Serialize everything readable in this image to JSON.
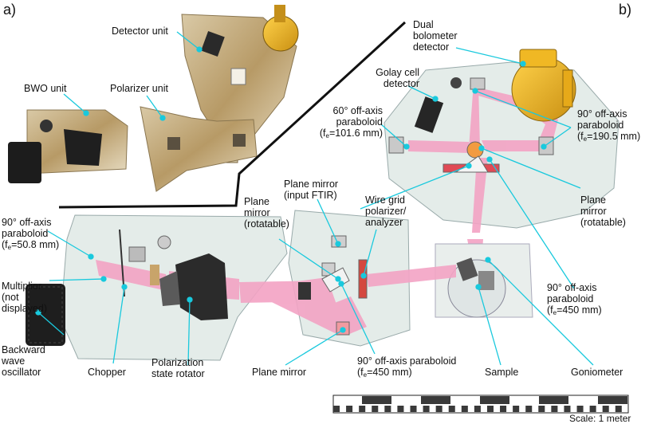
{
  "panels": {
    "a": "a)",
    "b": "b)"
  },
  "labels": {
    "detector_unit": "Detector unit",
    "bwo_unit": "BWO unit",
    "polarizer_unit": "Polarizer unit",
    "dual_bolometer": [
      "Dual",
      "bolometer",
      "detector"
    ],
    "golay_cell": [
      "Golay cell",
      "detector"
    ],
    "off60": [
      "60° off-axis",
      "paraboloid",
      "(f",
      "=101.6 mm)"
    ],
    "off90_top": [
      "90° off-axis",
      "paraboloid",
      "(f",
      "=190.5 mm)"
    ],
    "plane_mirror_right": [
      "Plane",
      "mirror",
      "(rotatable)"
    ],
    "plane_mirror_input": [
      "Plane mirror",
      "(input FTIR)"
    ],
    "wire_grid": [
      "Wire grid",
      "polarizer/",
      "analyzer"
    ],
    "plane_mirror_rot": [
      "Plane",
      "mirror",
      "(rotatable)"
    ],
    "off90_left": [
      "90° off-axis",
      "paraboloid",
      "(f",
      "=50.8 mm)"
    ],
    "multiplier": [
      "Multiplier",
      "(not",
      "displayed)"
    ],
    "off90_mid_right": [
      "90° off-axis",
      "paraboloid",
      "(f",
      "=450 mm)"
    ],
    "bwo": [
      "Backward",
      "wave",
      "oscillator"
    ],
    "chopper": "Chopper",
    "pol_rotator": [
      "Polarization",
      "state rotator"
    ],
    "plane_mirror_bottom": "Plane mirror",
    "off90_bottom": [
      "90° off-axis paraboloid",
      "(f",
      "=450 mm)"
    ],
    "sample": "Sample",
    "goniometer": "Goniometer",
    "subscript_e": "e",
    "scale": "Scale: 1 meter"
  },
  "colors": {
    "leader": "#19c9dd",
    "beam": "#f3a3c4",
    "plate": "#e8efec",
    "dark": "#1d1d1d"
  }
}
